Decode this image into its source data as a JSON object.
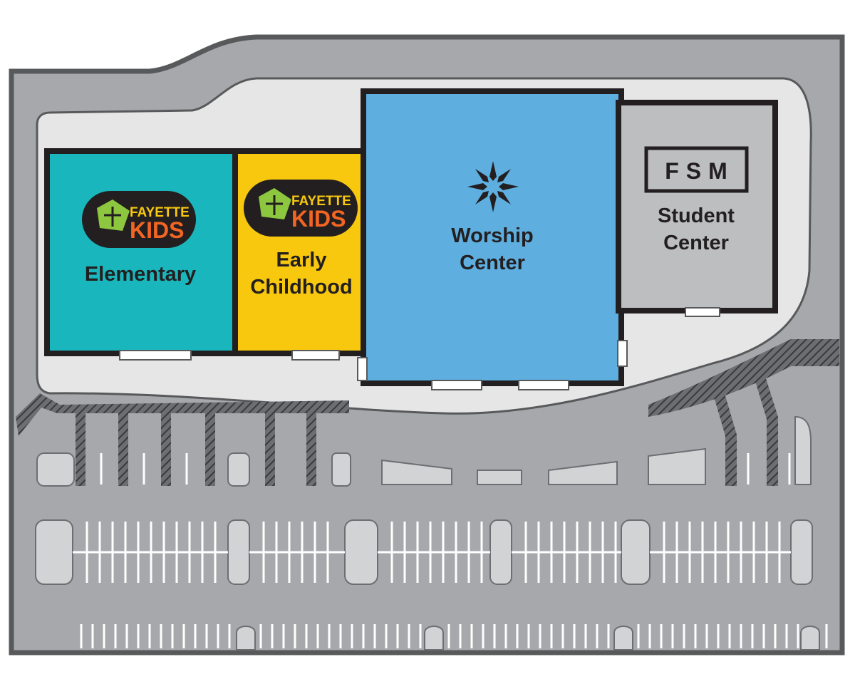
{
  "buildings": {
    "elementary": {
      "label": "Elementary",
      "logo_top": "FAYETTE",
      "logo_bottom": "KIDS",
      "color": "#19b7bd"
    },
    "early_childhood": {
      "label_line1": "Early",
      "label_line2": "Childhood",
      "logo_top": "FAYETTE",
      "logo_bottom": "KIDS",
      "color": "#f8c80f"
    },
    "worship_center": {
      "label_line1": "Worship",
      "label_line2": "Center",
      "icon": "star-burst-icon",
      "color": "#5eafe0"
    },
    "student_center": {
      "logo": "FSM",
      "label_line1": "Student",
      "label_line2": "Center",
      "color": "#bdbec0"
    }
  },
  "colors": {
    "parking_lot": "#a7a8ab",
    "building_outline": "#231f20",
    "sidewalk": "#e6e6e7",
    "island": "#d2d3d5",
    "curb_hatch": "#58595b",
    "logo_badge": "#231f20",
    "logo_green": "#8dc63f",
    "logo_orange": "#f26522",
    "logo_blue": "#27aae1",
    "logo_red": "#ee3f43"
  }
}
